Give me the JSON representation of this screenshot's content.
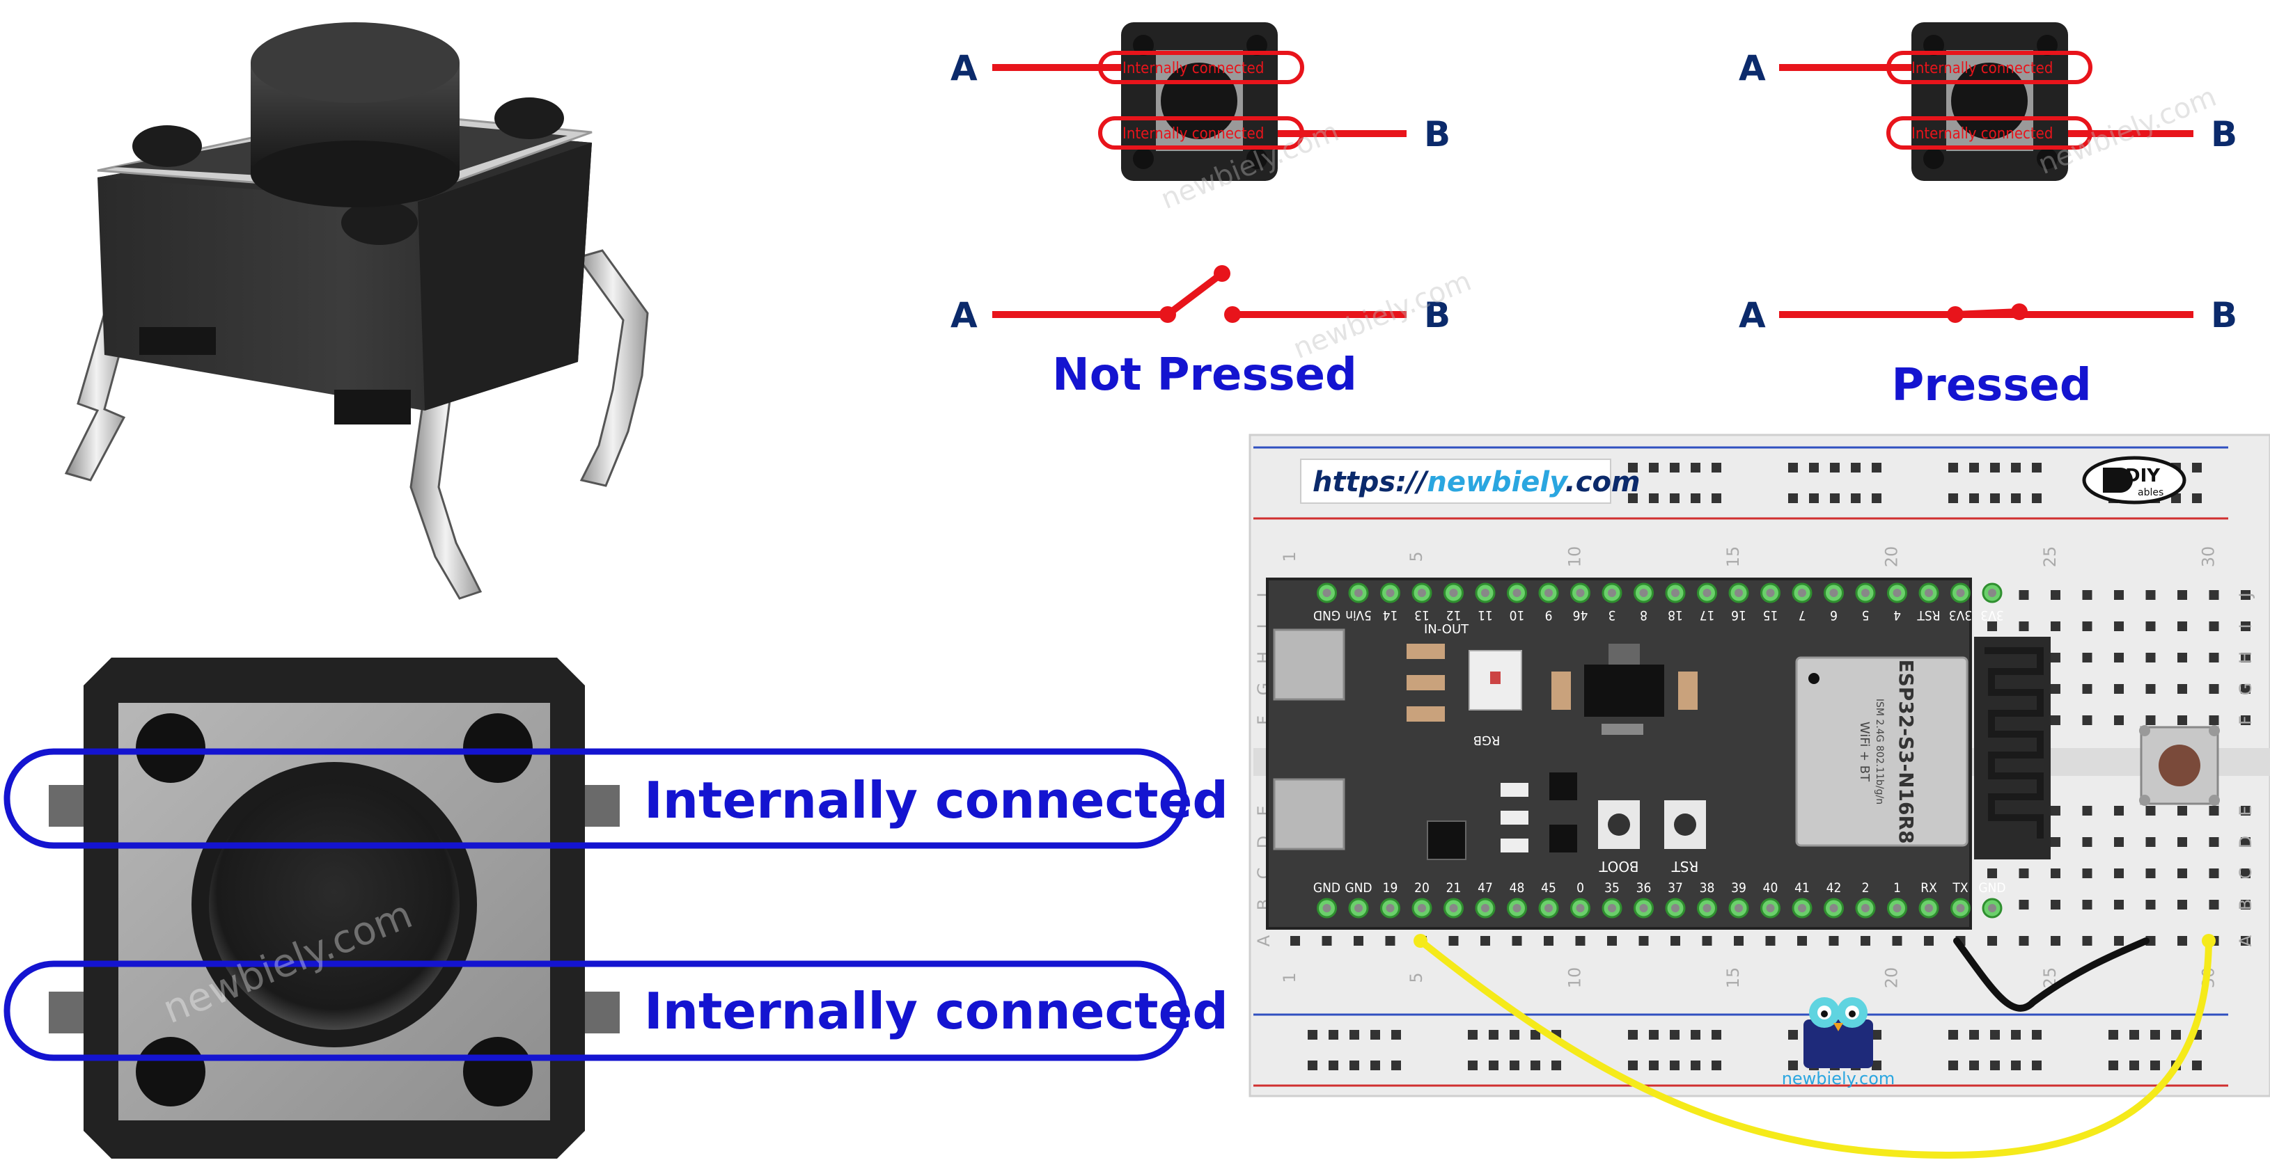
{
  "schematic": {
    "terminal_a": "A",
    "terminal_b": "B",
    "internal_label": "Internally connected",
    "state_not_pressed": "Not Pressed",
    "state_pressed": "Pressed"
  },
  "button_diagram": {
    "label_top": "Internally connected",
    "label_bottom": "Internally connected"
  },
  "watermarks": {
    "text": "newbiely.com"
  },
  "breadboard": {
    "url_prefix": "https://",
    "url_brand": "newbiely",
    "url_suffix": ".com",
    "brand_logo": "DIY",
    "brand_logo_sub": "ables",
    "owl_caption": "newbiely.com",
    "column_numbers": [
      "1",
      "5",
      "10",
      "15",
      "20",
      "25",
      "30"
    ],
    "row_letters_top": [
      "J",
      "I",
      "H",
      "G",
      "F"
    ],
    "row_letters_bottom": [
      "E",
      "D",
      "C",
      "B",
      "A"
    ]
  },
  "board": {
    "module_name": "ESP32-S3-N16R8",
    "module_sub1": "ISM 2.4G 802.11b/g/n",
    "module_sub2": "WiFi + BT",
    "boot_label": "BOOT",
    "rst_label": "RST",
    "rgb_label": "RGB",
    "inout_label": "IN-OUT",
    "top_pins": [
      "GND",
      "5Vin",
      "14",
      "13",
      "12",
      "11",
      "10",
      "9",
      "46",
      "3",
      "8",
      "18",
      "17",
      "16",
      "15",
      "7",
      "6",
      "5",
      "4",
      "RST",
      "3V3",
      "3V3"
    ],
    "bottom_pins": [
      "GND",
      "GND",
      "19",
      "20",
      "21",
      "47",
      "48",
      "45",
      "0",
      "35",
      "36",
      "37",
      "38",
      "39",
      "40",
      "41",
      "42",
      "2",
      "1",
      "RX",
      "TX",
      "GND"
    ]
  },
  "colors": {
    "red_wire": "#e8141b",
    "blue": "#1414d0",
    "navy": "#0b2a6b",
    "yellow_wire": "#f5ea1a",
    "black_wire": "#111111",
    "board": "#3a3a3a"
  },
  "icons": [
    "push-button-photo",
    "owl-logo-icon",
    "diyables-logo-icon"
  ]
}
